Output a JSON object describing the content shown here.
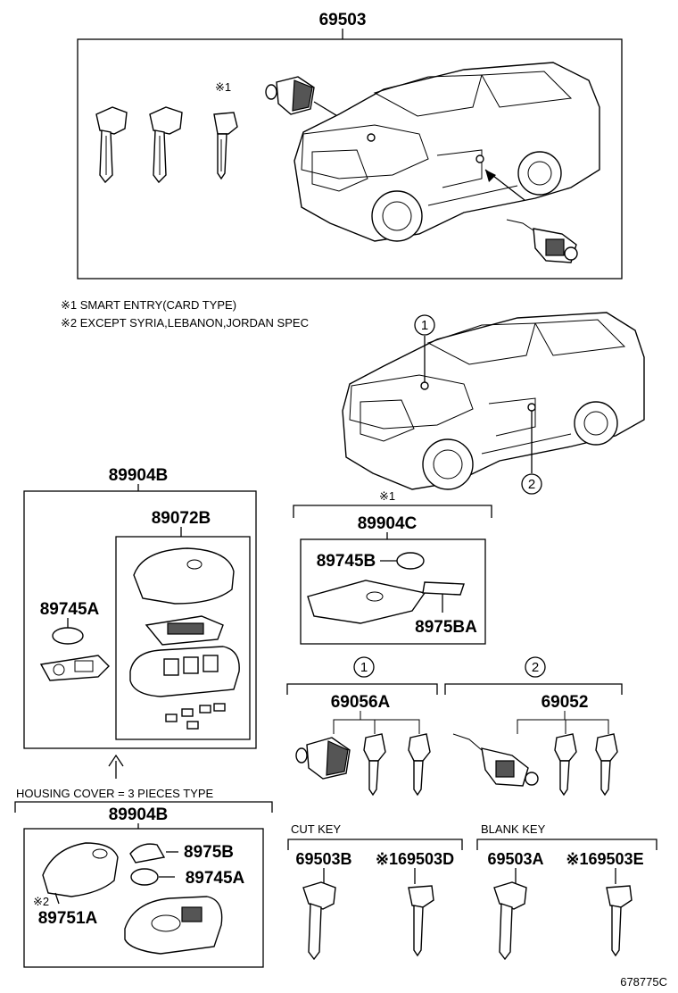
{
  "labels": {
    "p69503": "69503",
    "note1": "※1 SMART ENTRY(CARD TYPE)",
    "note2": "※2 EXCEPT SYRIA,LEBANON,JORDAN SPEC",
    "mark1": "※1",
    "callout1": "1",
    "callout2": "2",
    "p89904B_top": "89904B",
    "p89072B": "89072B",
    "p89745A_left": "89745A",
    "mark1_card": "※1",
    "p89904C": "89904C",
    "p89745B": "89745B",
    "p8975BA": "8975BA",
    "p69056A": "69056A",
    "p69052": "69052",
    "housing_note": "HOUSING COVER = 3 PIECES TYPE",
    "p89904B_bottom": "89904B",
    "p8975B": "8975B",
    "p89745A_bottom": "89745A",
    "mark2": "※2",
    "p89751A": "89751A",
    "cut_key": "CUT KEY",
    "blank_key": "BLANK KEY",
    "p69503B": "69503B",
    "p69503D": "※169503D",
    "p69503A": "69503A",
    "p69503E": "※169503E",
    "diagram_id": "678775C"
  }
}
